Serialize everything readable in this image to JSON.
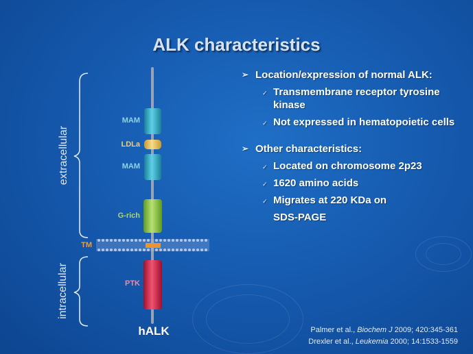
{
  "title": "ALK characteristics",
  "axis": {
    "extracellular": "extracellular",
    "intracellular": "intracellular"
  },
  "domains": {
    "mam1": "MAM",
    "ldla": "LDLa",
    "mam2": "MAM",
    "grich": "G-rich",
    "tm": "TM",
    "ptk": "PTK"
  },
  "protein_label": "hALK",
  "bullets": [
    {
      "text": "Location/expression of normal ALK:",
      "subs": [
        "Transmembrane receptor tyrosine kinase",
        "Not expressed in hematopoietic cells"
      ]
    },
    {
      "text": "Other characteristics:",
      "subs": [
        "Located on chromosome 2p23",
        "1620 amino acids",
        "Migrates at 220 KDa on"
      ],
      "continuation": "SDS-PAGE"
    }
  ],
  "refs": [
    {
      "authors": "Palmer et al., ",
      "journal": "Biochem J",
      "rest": " 2009; 420:345-361"
    },
    {
      "authors": "Drexler et al., ",
      "journal": "Leukemia",
      "rest": " 2000; 14:1533-1559"
    }
  ],
  "colors": {
    "mam": "#2aa7c2",
    "ldla": "#e8c15a",
    "grich": "#8cc63e",
    "ptk": "#d8254d",
    "stalk": "#9aa3b5"
  }
}
